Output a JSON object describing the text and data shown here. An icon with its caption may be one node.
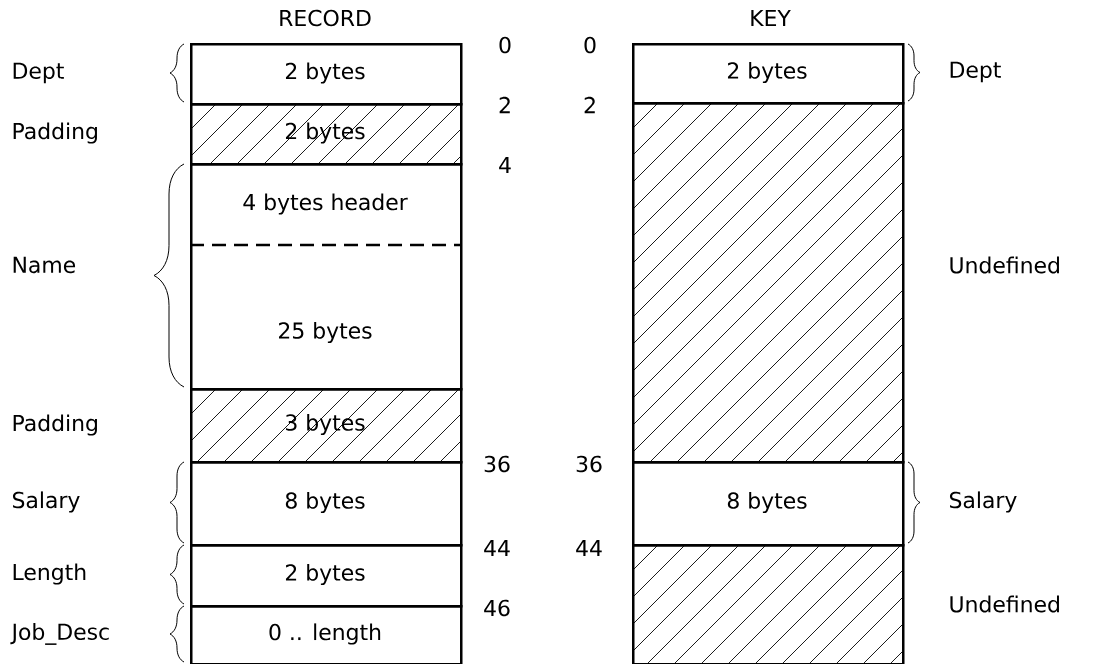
{
  "diagram": {
    "nodes": [
      {
        "text": [
          "2 bytes"
        ]
      },
      {
        "text": [
          "2 bytes"
        ]
      },
      {
        "text": [
          "4 bytes header",
          "25 bytes"
        ]
      },
      {
        "text": [
          "3 bytes"
        ]
      },
      {
        "text": [
          "8 bytes"
        ]
      },
      {
        "text": [
          "2 bytes"
        ]
      },
      {
        "text": [
          "0 .. length"
        ]
      },
      {
        "text": [
          "2 bytes"
        ]
      },
      {
        "text": [],
        "shape": "box"
      },
      {
        "text": [
          "8 bytes"
        ]
      },
      {
        "text": [],
        "shape": "box"
      }
    ],
    "labels": [
      "RECORD",
      "KEY",
      "0",
      "0",
      "Dept",
      "Dept",
      "2",
      "2",
      "Padding",
      "4",
      "Name",
      "Undefined",
      "Padding",
      "36",
      "36",
      "Salary",
      "Salary",
      "44",
      "44",
      "Length",
      "46",
      "Job_Desc",
      "Undefined"
    ]
  }
}
